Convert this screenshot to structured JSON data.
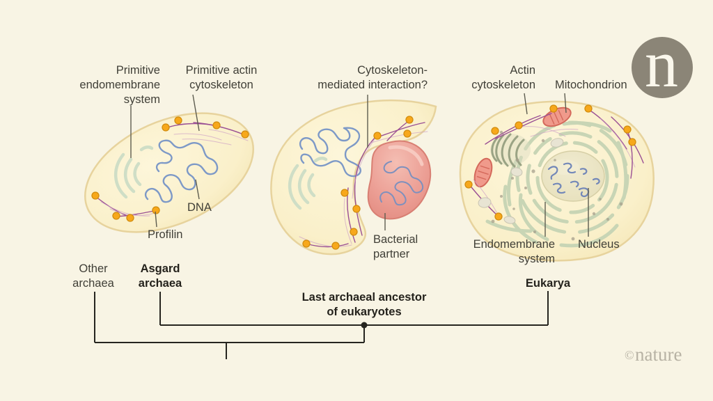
{
  "figure": {
    "background": "#f8f4e4",
    "label_color": "#403f37",
    "emphasis_color": "#24221c"
  },
  "branding": {
    "logo_letter": "n",
    "logo_circle_color": "#8b8577",
    "credit_symbol": "©",
    "credit_name": "nature",
    "credit_color": "#b7b2a4"
  },
  "cells": {
    "asgard": {
      "labels": {
        "endo": {
          "l1": "Primitive",
          "l2": "endomembrane",
          "l3": "system"
        },
        "actin": {
          "l1": "Primitive actin",
          "l2": "cytoskeleton"
        },
        "dna": "DNA",
        "profilin": "Profilin"
      }
    },
    "laa": {
      "labels": {
        "interaction": {
          "l1": "Cytoskeleton-",
          "l2": "mediated interaction?"
        },
        "partner": {
          "l1": "Bacterial",
          "l2": "partner"
        }
      }
    },
    "eukarya": {
      "labels": {
        "actin": {
          "l1": "Actin",
          "l2": "cytoskeleton"
        },
        "mito": "Mitochondrion",
        "endo": {
          "l1": "Endomembrane",
          "l2": "system"
        },
        "nucleus": "Nucleus"
      }
    }
  },
  "tree": {
    "other": {
      "l1": "Other",
      "l2": "archaea"
    },
    "asgard": {
      "l1": "Asgard",
      "l2": "archaea"
    },
    "laa": {
      "l1": "Last archaeal ancestor",
      "l2": "of eukaryotes"
    },
    "eukarya": "Eukarya"
  },
  "palette": {
    "cell_fill": "#faf0cb",
    "cell_stroke": "#e7d39d",
    "bacterium_fill": "#eb9c92",
    "bacterium_stroke": "#d87f73",
    "dna_blue": "#7d99c7",
    "actin_purple": "#9a4f94",
    "profilin_orange": "#f7a81b",
    "endomembrane_green": "#cfdec6",
    "er_green": "#c8d5b5",
    "nucleus_fill": "#eae4c1",
    "mitochondrion_fill": "#f09a8b",
    "tree_line": "#26251f"
  }
}
